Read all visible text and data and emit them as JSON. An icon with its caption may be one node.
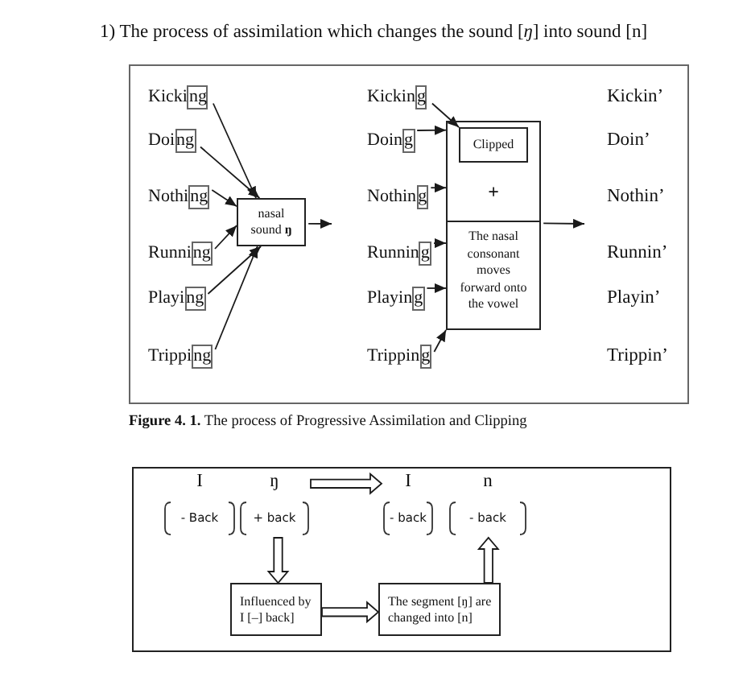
{
  "diagram": {
    "title": "1) The process of assimilation which changes the sound [*ŋ*] into sound [n]",
    "caption": "**Figure 4. 1.** The process of Progressive Assimilation and Clipping",
    "nodes": [
      {
        "text": [
          "Kicking"
        ]
      },
      {
        "text": [
          "Doing"
        ]
      },
      {
        "text": [
          "Nothing"
        ]
      },
      {
        "text": [
          "Running"
        ]
      },
      {
        "text": [
          "Playing"
        ]
      },
      {
        "text": [
          "Tripping"
        ]
      },
      {
        "text": [
          "nasal sound **ŋ**"
        ]
      },
      {
        "text": [
          "Kicking"
        ]
      },
      {
        "text": [
          "Doing"
        ]
      },
      {
        "text": [
          "Nothing"
        ]
      },
      {
        "text": [
          "Running"
        ]
      },
      {
        "text": [
          "Playing"
        ]
      },
      {
        "text": [
          "Tripping"
        ]
      },
      {
        "text": [
          "+",
          "The nasal consonant moves forward onto the vowel"
        ]
      },
      {
        "text": [
          "Clipped"
        ],
        "in": 13
      },
      {
        "text": [
          "I",
          "- Back"
        ]
      },
      {
        "text": [
          "ŋ",
          "+ back"
        ]
      },
      {
        "text": [
          "I",
          "- back"
        ]
      },
      {
        "text": [
          "n",
          "- back"
        ]
      },
      {
        "text": [
          "Influenced by I [–] back]"
        ]
      },
      {
        "text": [
          "The segment [ŋ] are changed into [n]"
        ]
      }
    ],
    "edges": [
      {
        "from": 0,
        "to": 6,
        "arrow": "to"
      },
      {
        "from": 1,
        "to": 6,
        "arrow": "to"
      },
      {
        "from": 2,
        "to": 6,
        "arrow": "to"
      },
      {
        "from": 3,
        "to": 6,
        "arrow": "to"
      },
      {
        "from": 4,
        "to": 6,
        "arrow": "to"
      },
      {
        "from": 5,
        "to": 6,
        "arrow": "to"
      },
      {
        "from": 6,
        "to": null,
        "arrow": "to"
      },
      {
        "from": 7,
        "to": 14,
        "arrow": "to"
      },
      {
        "from": 8,
        "to": 13,
        "arrow": "to"
      },
      {
        "from": 9,
        "to": 13,
        "arrow": "to"
      },
      {
        "from": 10,
        "to": 13,
        "arrow": "to"
      },
      {
        "from": 11,
        "to": 13,
        "arrow": "to"
      },
      {
        "from": 12,
        "to": 13,
        "arrow": "to"
      },
      {
        "from": 13,
        "to": null,
        "arrow": "to"
      },
      {
        "from": 16,
        "to": 17,
        "arrow": "to",
        "style": "thick"
      },
      {
        "from": 16,
        "to": 19,
        "arrow": "to",
        "style": "thick"
      },
      {
        "from": 19,
        "to": 20,
        "arrow": "to",
        "style": "thick"
      },
      {
        "from": 20,
        "to": 18,
        "arrow": "to",
        "style": "thick"
      }
    ],
    "labels": [
      "Kickin’",
      "Doin’",
      "Nothin’",
      "Runnin’",
      "Playin’",
      "Trippin’"
    ]
  }
}
